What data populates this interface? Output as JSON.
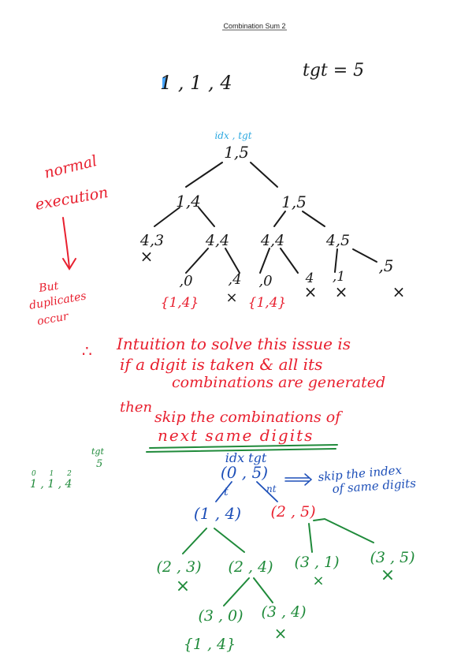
{
  "title": "Combination Sum 2",
  "input": {
    "digits": "1 , 1 , 4",
    "target": "tgt = 5"
  },
  "colors": {
    "black": "#1a1a1a",
    "red": "#e8202f",
    "green": "#1f8a3a",
    "blue": "#1d4fb8",
    "cyan": "#2ba8e0",
    "highlight_blue": "#49a7ff"
  },
  "tree1": {
    "header": "idx , tgt",
    "root": "1,5",
    "level1": [
      "1,4",
      "1,5"
    ],
    "level2": [
      "4,3",
      "4,4",
      "4,4",
      "4,5"
    ],
    "level3": [
      ",0",
      ",4",
      ",0",
      "4",
      ",1",
      ",5"
    ],
    "results": [
      "{1,4}",
      "{1,4}"
    ],
    "cross": "×"
  },
  "notes": {
    "normal_execution": [
      "normal",
      "execution"
    ],
    "duplicates": [
      "But",
      "duplicates",
      "occur"
    ],
    "therefore": "∴",
    "intuition": [
      "Intuition to solve this issue is",
      "if a digit is taken & all its",
      "combinations are generated"
    ],
    "then": [
      "then",
      "skip the combinations of",
      "next same digits"
    ],
    "skip_index": [
      "skip the index",
      "of same digits"
    ]
  },
  "tree2": {
    "index_row": "0 1 2",
    "digits_row": "1 , 1 , 4",
    "tgt_label": "tgt",
    "tgt_value": "5",
    "header": "idx tgt",
    "root": "(0 , 5)",
    "edge_take": "t",
    "edge_not_take": "nt",
    "level1": [
      "(1 , 4)",
      "(2 , 5)"
    ],
    "level2": [
      "(2 , 3)",
      "(2 , 4)",
      "(3 , 1)",
      "(3 , 5)"
    ],
    "level3": [
      "(3 , 0)",
      "(3 , 4)"
    ],
    "result": "{1 , 4}",
    "cross": "×"
  }
}
